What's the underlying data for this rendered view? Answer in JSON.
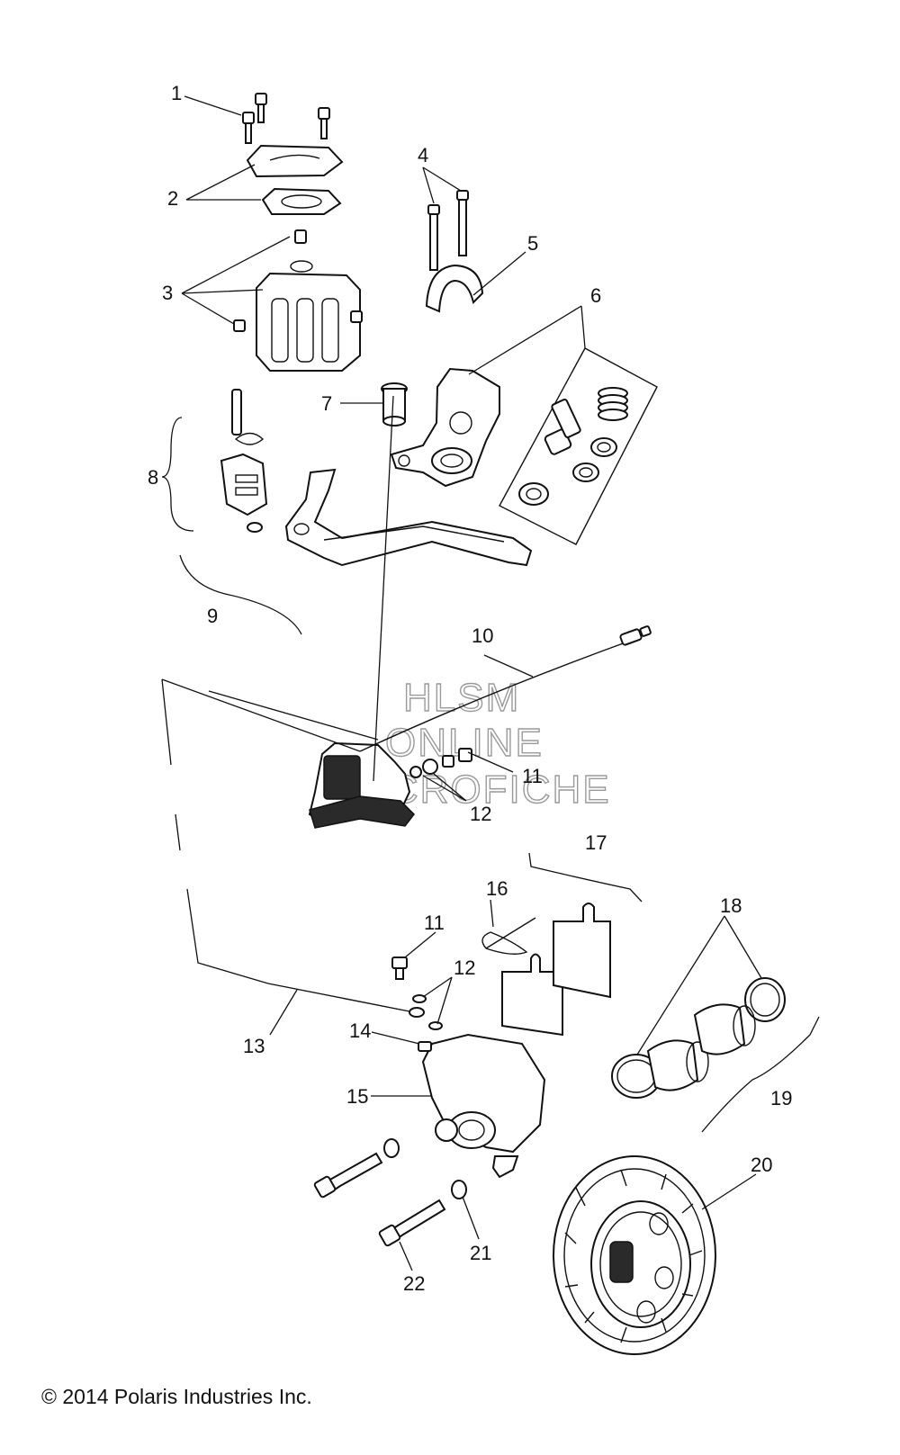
{
  "callouts": [
    {
      "id": "1",
      "label": "1"
    },
    {
      "id": "2",
      "label": "2"
    },
    {
      "id": "3",
      "label": "3"
    },
    {
      "id": "4",
      "label": "4"
    },
    {
      "id": "5",
      "label": "5"
    },
    {
      "id": "6",
      "label": "6"
    },
    {
      "id": "7",
      "label": "7"
    },
    {
      "id": "8",
      "label": "8"
    },
    {
      "id": "9",
      "label": "9"
    },
    {
      "id": "10",
      "label": "10"
    },
    {
      "id": "11a",
      "label": "11"
    },
    {
      "id": "12a",
      "label": "12"
    },
    {
      "id": "11b",
      "label": "11"
    },
    {
      "id": "12b",
      "label": "12"
    },
    {
      "id": "13",
      "label": "13"
    },
    {
      "id": "14",
      "label": "14"
    },
    {
      "id": "15",
      "label": "15"
    },
    {
      "id": "16",
      "label": "16"
    },
    {
      "id": "17",
      "label": "17"
    },
    {
      "id": "18",
      "label": "18"
    },
    {
      "id": "19",
      "label": "19"
    },
    {
      "id": "20",
      "label": "20"
    },
    {
      "id": "21",
      "label": "21"
    },
    {
      "id": "22",
      "label": "22"
    }
  ],
  "watermark": {
    "line1": "HLSM",
    "line2": "ONLINE",
    "line3": "MICROFICHE"
  },
  "copyright": "© 2014 Polaris Industries Inc."
}
